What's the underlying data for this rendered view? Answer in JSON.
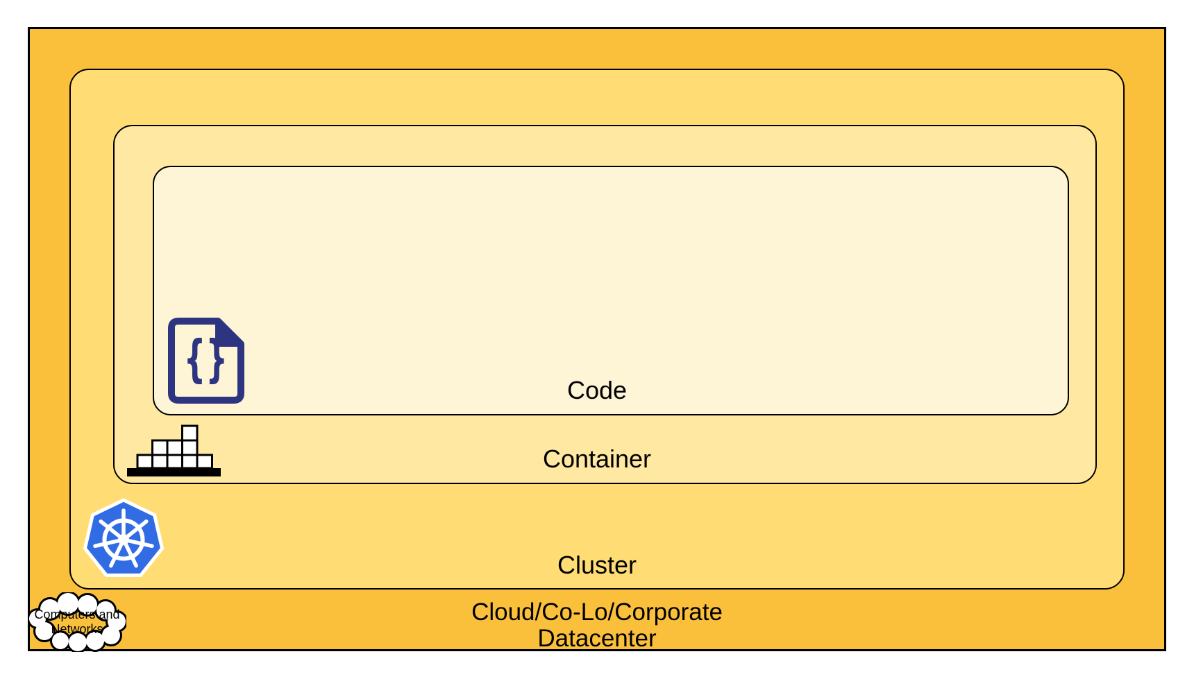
{
  "diagram": {
    "layers": [
      {
        "id": "code",
        "label": "Code",
        "fill": "#FEF4D6"
      },
      {
        "id": "container",
        "label": "Container",
        "fill": "#FFE8A2"
      },
      {
        "id": "cluster",
        "label": "Cluster",
        "fill": "#FFDC74"
      },
      {
        "id": "datacenter",
        "label_line1": "Cloud/Co-Lo/Corporate",
        "label_line2": "Datacenter",
        "fill": "#FAC03C"
      }
    ],
    "cloud_callout": {
      "line1": "Computers and",
      "line2": "Networks",
      "fill": "#FFFFFF",
      "stroke": "#000000"
    },
    "icons": {
      "code_file": {
        "name": "code-file-icon",
        "glyph": "{}",
        "color": "#2D3580"
      },
      "container_blocks": {
        "name": "container-blocks-icon",
        "color": "#000000"
      },
      "kubernetes": {
        "name": "kubernetes-icon",
        "color": "#326CE5"
      },
      "cloud": {
        "name": "cloud-shape",
        "color": "#000000"
      }
    },
    "colors": {
      "border": "#000000",
      "page_background": "#FFFFFF",
      "kubernetes_blue": "#326CE5",
      "code_icon_navy": "#2D3580"
    }
  }
}
